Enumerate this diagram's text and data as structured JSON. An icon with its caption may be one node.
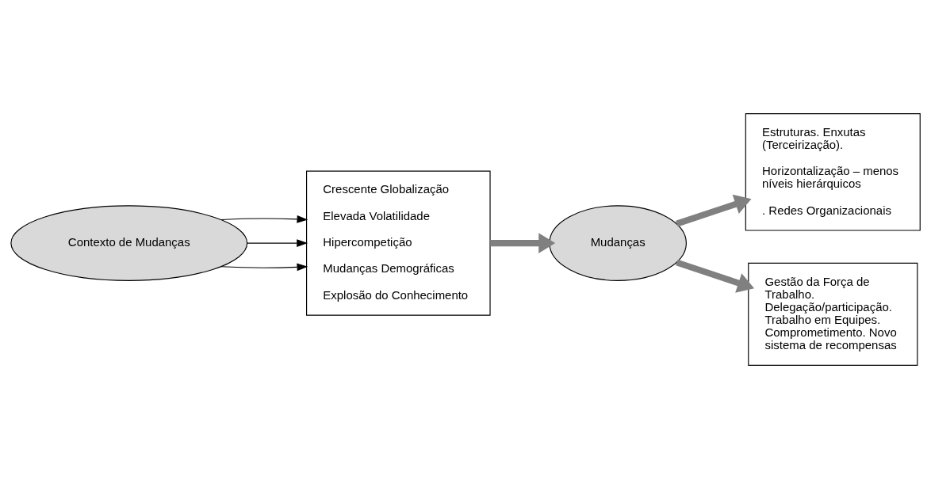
{
  "diagram": {
    "nodes": [
      {
        "text": [
          "Contexto de Mudanças"
        ]
      },
      {
        "text": [
          "Crescente Globalização",
          "Elevada Volatilidade",
          "Hipercompetição",
          "Mudanças Demográficas",
          "Explosão do Conhecimento"
        ]
      },
      {
        "text": [
          "Mudanças"
        ]
      },
      {
        "text": [
          "Estruturas. Enxutas (Terceirização).",
          "Horizontalização – menos níveis hierárquicos",
          ". Redes Organizacionais"
        ]
      },
      {
        "text": [
          "Gestão da Força de Trabalho. Delegação/participação. Trabalho em Equipes. Comprometimento. Novo sistema de recompensas"
        ]
      }
    ],
    "edges": [
      {
        "from": 0,
        "to": 1,
        "arrow": "to"
      },
      {
        "from": 0,
        "to": 1,
        "arrow": "to"
      },
      {
        "from": 0,
        "to": 1,
        "arrow": "to"
      },
      {
        "from": 1,
        "to": 2,
        "arrow": "to",
        "style": "thick",
        "color": "#808080"
      },
      {
        "from": 2,
        "to": 3,
        "arrow": "to",
        "style": "thick",
        "color": "#808080"
      },
      {
        "from": 2,
        "to": 4,
        "arrow": "to",
        "style": "thick",
        "color": "#808080"
      }
    ]
  }
}
